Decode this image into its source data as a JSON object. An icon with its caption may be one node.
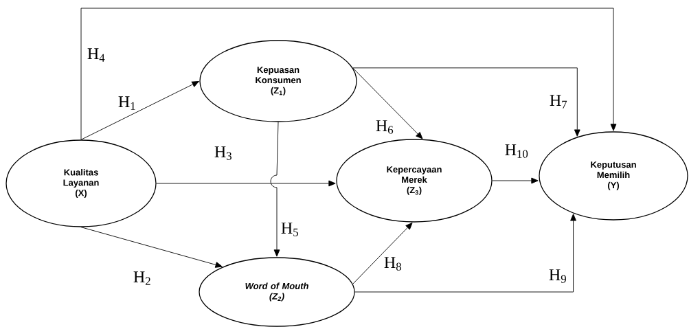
{
  "diagram": {
    "nodes": [
      {
        "text": [
          "Kualitas Layanan",
          "(X)"
        ]
      },
      {
        "text": [
          "Kepuasan Konsumen",
          "(Z$_{1}$)"
        ]
      },
      {
        "text": [
          "Kepercayaan Merek",
          "(Z$_{3}$)"
        ]
      },
      {
        "text": [
          "Word of Mouth",
          "(Z$_{2}$)"
        ]
      },
      {
        "text": [
          "Keputusan Memilih",
          "(Y)"
        ]
      }
    ],
    "edges": [
      {
        "from": 0,
        "to": 1,
        "arrow": "to",
        "label": "H$_{1}$"
      },
      {
        "from": 0,
        "to": 3,
        "arrow": "to",
        "label": "H$_{2}$"
      },
      {
        "from": 0,
        "to": 2,
        "arrow": "to",
        "label": "H$_{3}$"
      },
      {
        "from": 0,
        "to": 4,
        "arrow": "to",
        "label": "H$_{4}$"
      },
      {
        "from": 1,
        "to": 3,
        "arrow": "to",
        "label": "H$_{5}$"
      },
      {
        "from": 1,
        "to": 2,
        "arrow": "to",
        "label": "H$_{6}$"
      },
      {
        "from": 1,
        "to": 4,
        "arrow": "to",
        "label": "H$_{7}$"
      },
      {
        "from": 3,
        "to": 2,
        "arrow": "to",
        "label": "H$_{8}$"
      },
      {
        "from": 3,
        "to": 4,
        "arrow": "to",
        "label": "H$_{9}$"
      },
      {
        "from": 2,
        "to": 4,
        "arrow": "to",
        "label": "H$_{10}$"
      }
    ]
  }
}
